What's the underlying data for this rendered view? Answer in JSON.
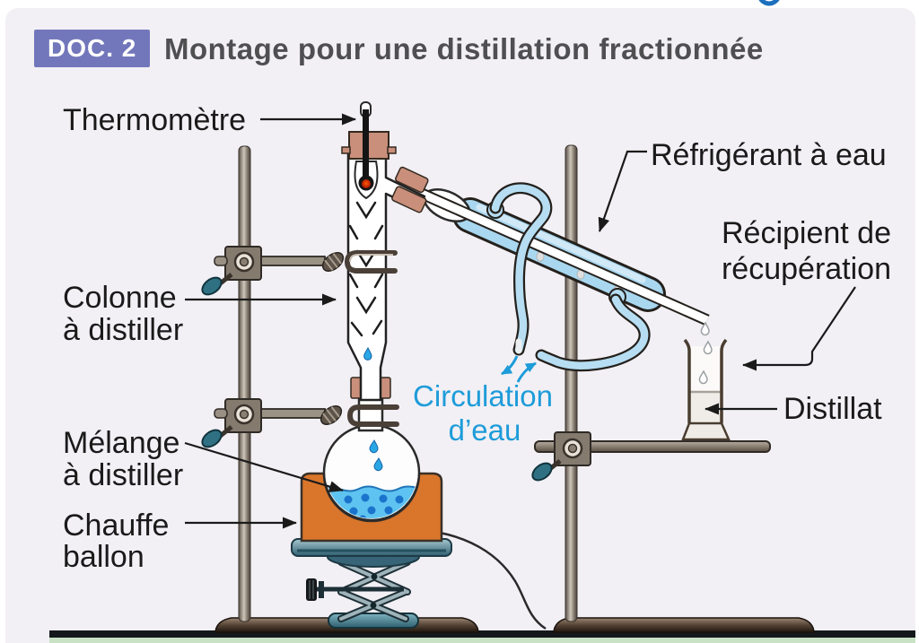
{
  "header": {
    "badge": "DOC. 2",
    "title": "Montage pour une distillation fractionnée"
  },
  "labels": {
    "thermometre": "Thermomètre",
    "refrigerant": "Réfrigérant à eau",
    "recipient_l1": "Récipient de",
    "recipient_l2": "récupération",
    "colonne_l1": "Colonne",
    "colonne_l2": "à distiller",
    "circulation_l1": "Circulation",
    "circulation_l2": "d’eau",
    "melange_l1": "Mélange",
    "melange_l2": "à distiller",
    "chauffe_l1": "Chauffe",
    "chauffe_l2": "ballon",
    "distillat": "Distillat"
  },
  "colors": {
    "badge_purple": "#7277BB",
    "title_gray": "#4F4F52",
    "background_card": "#F2F0F5",
    "water_text_blue": "#1E9CD9",
    "condenser_blue": "#A9D7EF",
    "hose_blue": "#B6DDF1",
    "mantle_orange": "#D9762B",
    "liquid_blue": "#5EC3F0",
    "bubble_blue": "#1B74CC",
    "clamp_handle_teal": "#2F7183",
    "floor_green": "#C9E2C5",
    "stopper_tan": "#C98F7B"
  },
  "icons": {
    "top_right": "blue-circle-icon (cropped)"
  }
}
